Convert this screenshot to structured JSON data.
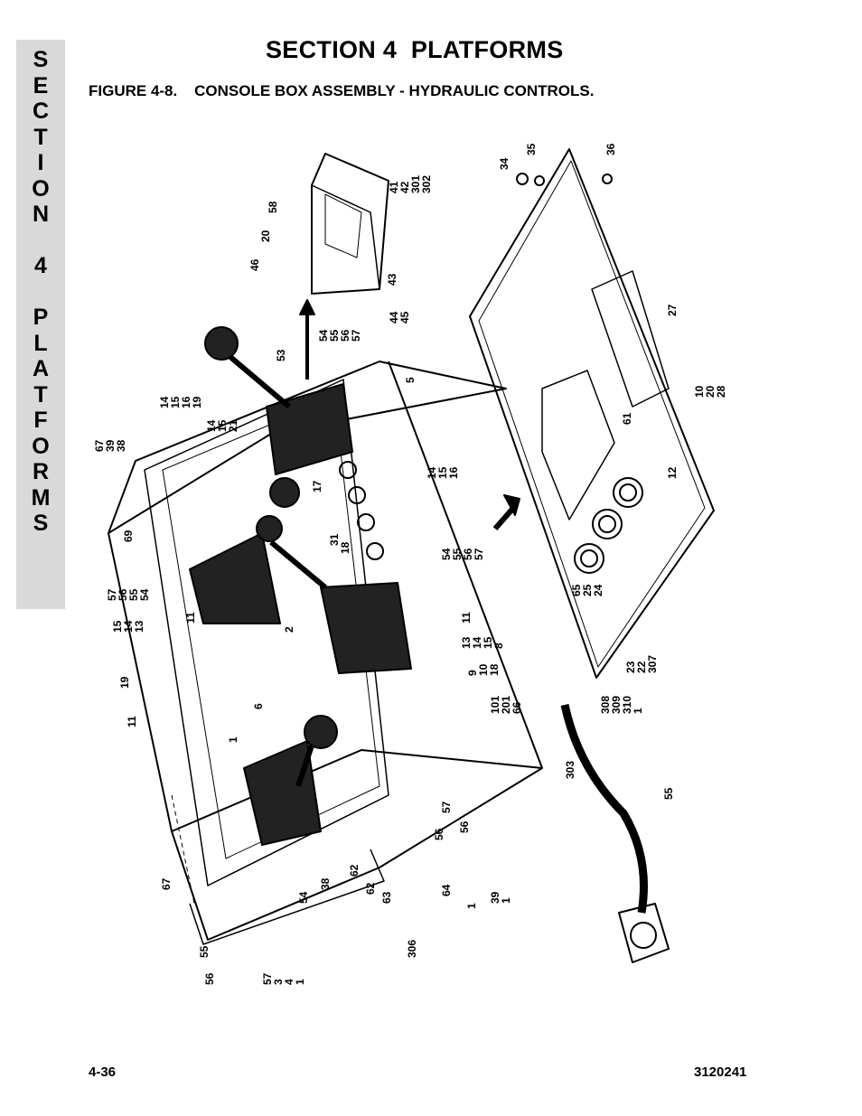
{
  "section_tab": {
    "letters": [
      "S",
      "E",
      "C",
      "T",
      "I",
      "O",
      "N",
      "",
      "4",
      "",
      "P",
      "L",
      "A",
      "T",
      "F",
      "O",
      "R",
      "M",
      "S"
    ]
  },
  "header": {
    "title": "SECTION 4  PLATFORMS",
    "figure_title": "FIGURE 4-8.    CONSOLE BOX ASSEMBLY - HYDRAULIC CONTROLS."
  },
  "footer": {
    "page_number": "4-36",
    "document_number": "3120241"
  },
  "callouts": [
    "34",
    "35",
    "36",
    "58",
    "20",
    "46",
    "41",
    "42",
    "301",
    "302",
    "43",
    "44",
    "45",
    "53",
    "54",
    "55",
    "56",
    "57",
    "27",
    "5",
    "10",
    "20",
    "28",
    "61",
    "12",
    "67",
    "39",
    "38",
    "14",
    "15",
    "16",
    "19",
    "14",
    "15",
    "21",
    "17",
    "14",
    "15",
    "16",
    "69",
    "31",
    "18",
    "54",
    "55",
    "56",
    "57",
    "65",
    "25",
    "24",
    "57",
    "56",
    "55",
    "54",
    "11",
    "15",
    "14",
    "13",
    "11",
    "13",
    "14",
    "15",
    "8",
    "9",
    "10",
    "18",
    "2",
    "19",
    "6",
    "101",
    "201",
    "66",
    "23",
    "22",
    "307",
    "308",
    "309",
    "310",
    "1",
    "11",
    "1",
    "303",
    "55",
    "57",
    "56",
    "56",
    "62",
    "62",
    "63",
    "64",
    "1",
    "39",
    "1",
    "67",
    "38",
    "54",
    "55",
    "56",
    "57",
    "3",
    "4",
    "1",
    "306"
  ]
}
